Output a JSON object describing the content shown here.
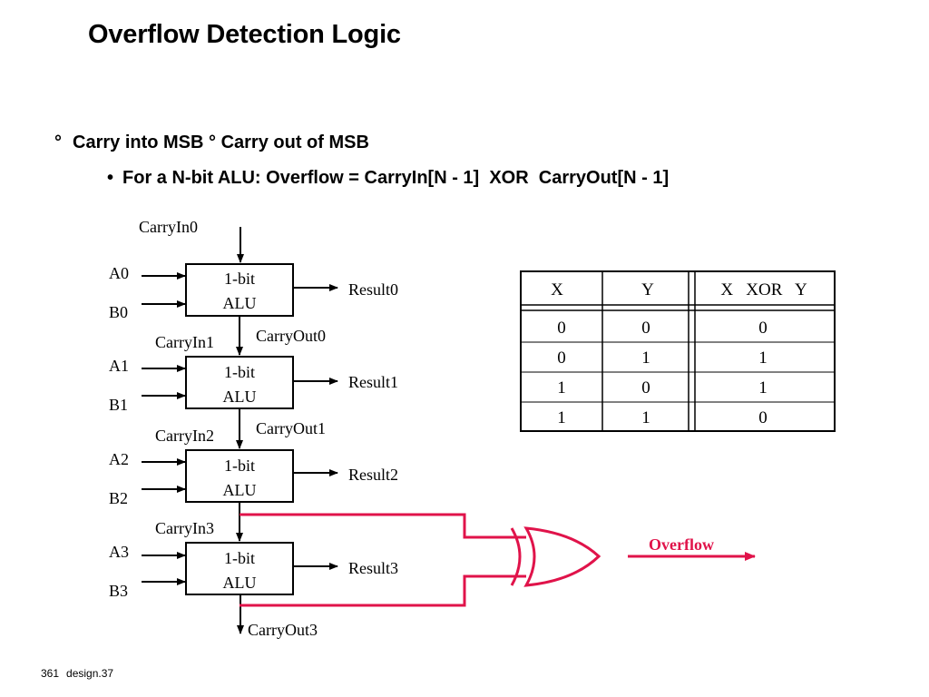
{
  "title": "Overflow Detection Logic",
  "bullets": [
    {
      "mark": "°",
      "text": "Carry into MSB ° Carry out of MSB"
    },
    {
      "mark": "•",
      "text": "For a N-bit ALU: Overflow = CarryIn[N - 1]  XOR  CarryOut[N - 1]"
    }
  ],
  "alu_label_line1": "1-bit",
  "alu_label_line2": "ALU",
  "alus": [
    {
      "a": "A0",
      "b": "B0",
      "carry_in": "CarryIn0",
      "result": "Result0",
      "carry_out": "CarryOut0"
    },
    {
      "a": "A1",
      "b": "B1",
      "carry_in": "CarryIn1",
      "result": "Result1",
      "carry_out": "CarryOut1"
    },
    {
      "a": "A2",
      "b": "B2",
      "carry_in": "CarryIn2",
      "result": "Result2",
      "carry_out": ""
    },
    {
      "a": "A3",
      "b": "B3",
      "carry_in": "CarryIn3",
      "result": "Result3",
      "carry_out": "CarryOut3"
    }
  ],
  "gate_output": "Overflow",
  "colors": {
    "highlight": "#e0134a",
    "line": "#000000"
  },
  "truth_table": {
    "headers": [
      "X",
      "Y",
      "X   XOR   Y"
    ],
    "rows": [
      [
        "0",
        "0",
        "0"
      ],
      [
        "0",
        "1",
        "1"
      ],
      [
        "1",
        "0",
        "1"
      ],
      [
        "1",
        "1",
        "0"
      ]
    ]
  },
  "footer": {
    "page": "361",
    "source": "design.37"
  }
}
